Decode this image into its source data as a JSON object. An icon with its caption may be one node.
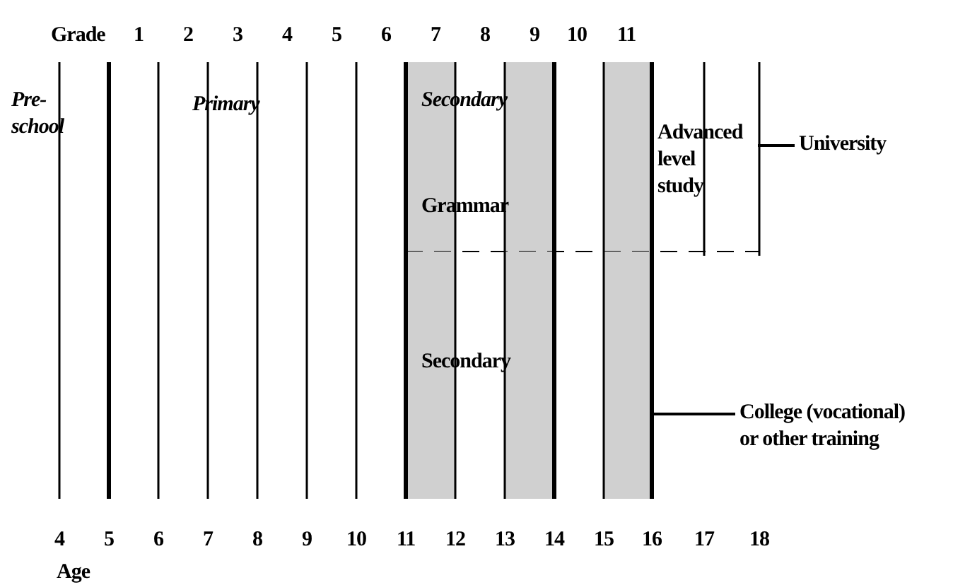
{
  "diagram": {
    "nodes": [
      {
        "text": [
          "Pre-school"
        ]
      },
      {
        "text": [
          "Primary"
        ]
      },
      {
        "text": [
          "Secondary"
        ]
      },
      {
        "text": [
          "Grammar"
        ]
      },
      {
        "text": [
          "Secondary"
        ]
      },
      {
        "text": [
          "Advanced level study"
        ]
      },
      {
        "text": [
          "University"
        ]
      },
      {
        "text": [
          "College (vocational) or other training"
        ]
      }
    ],
    "edges": [
      {
        "from": 5,
        "to": 6,
        "arrow": "none"
      },
      {
        "from": 4,
        "to": 7,
        "arrow": "none"
      }
    ],
    "labels": [
      "Grade",
      "1",
      "2",
      "3",
      "4",
      "5",
      "6",
      "7",
      "8",
      "9",
      "10",
      "11",
      "4",
      "5",
      "6",
      "7",
      "8",
      "9",
      "10",
      "11",
      "12",
      "13",
      "14",
      "15",
      "16",
      "17",
      "18",
      "Age"
    ]
  }
}
